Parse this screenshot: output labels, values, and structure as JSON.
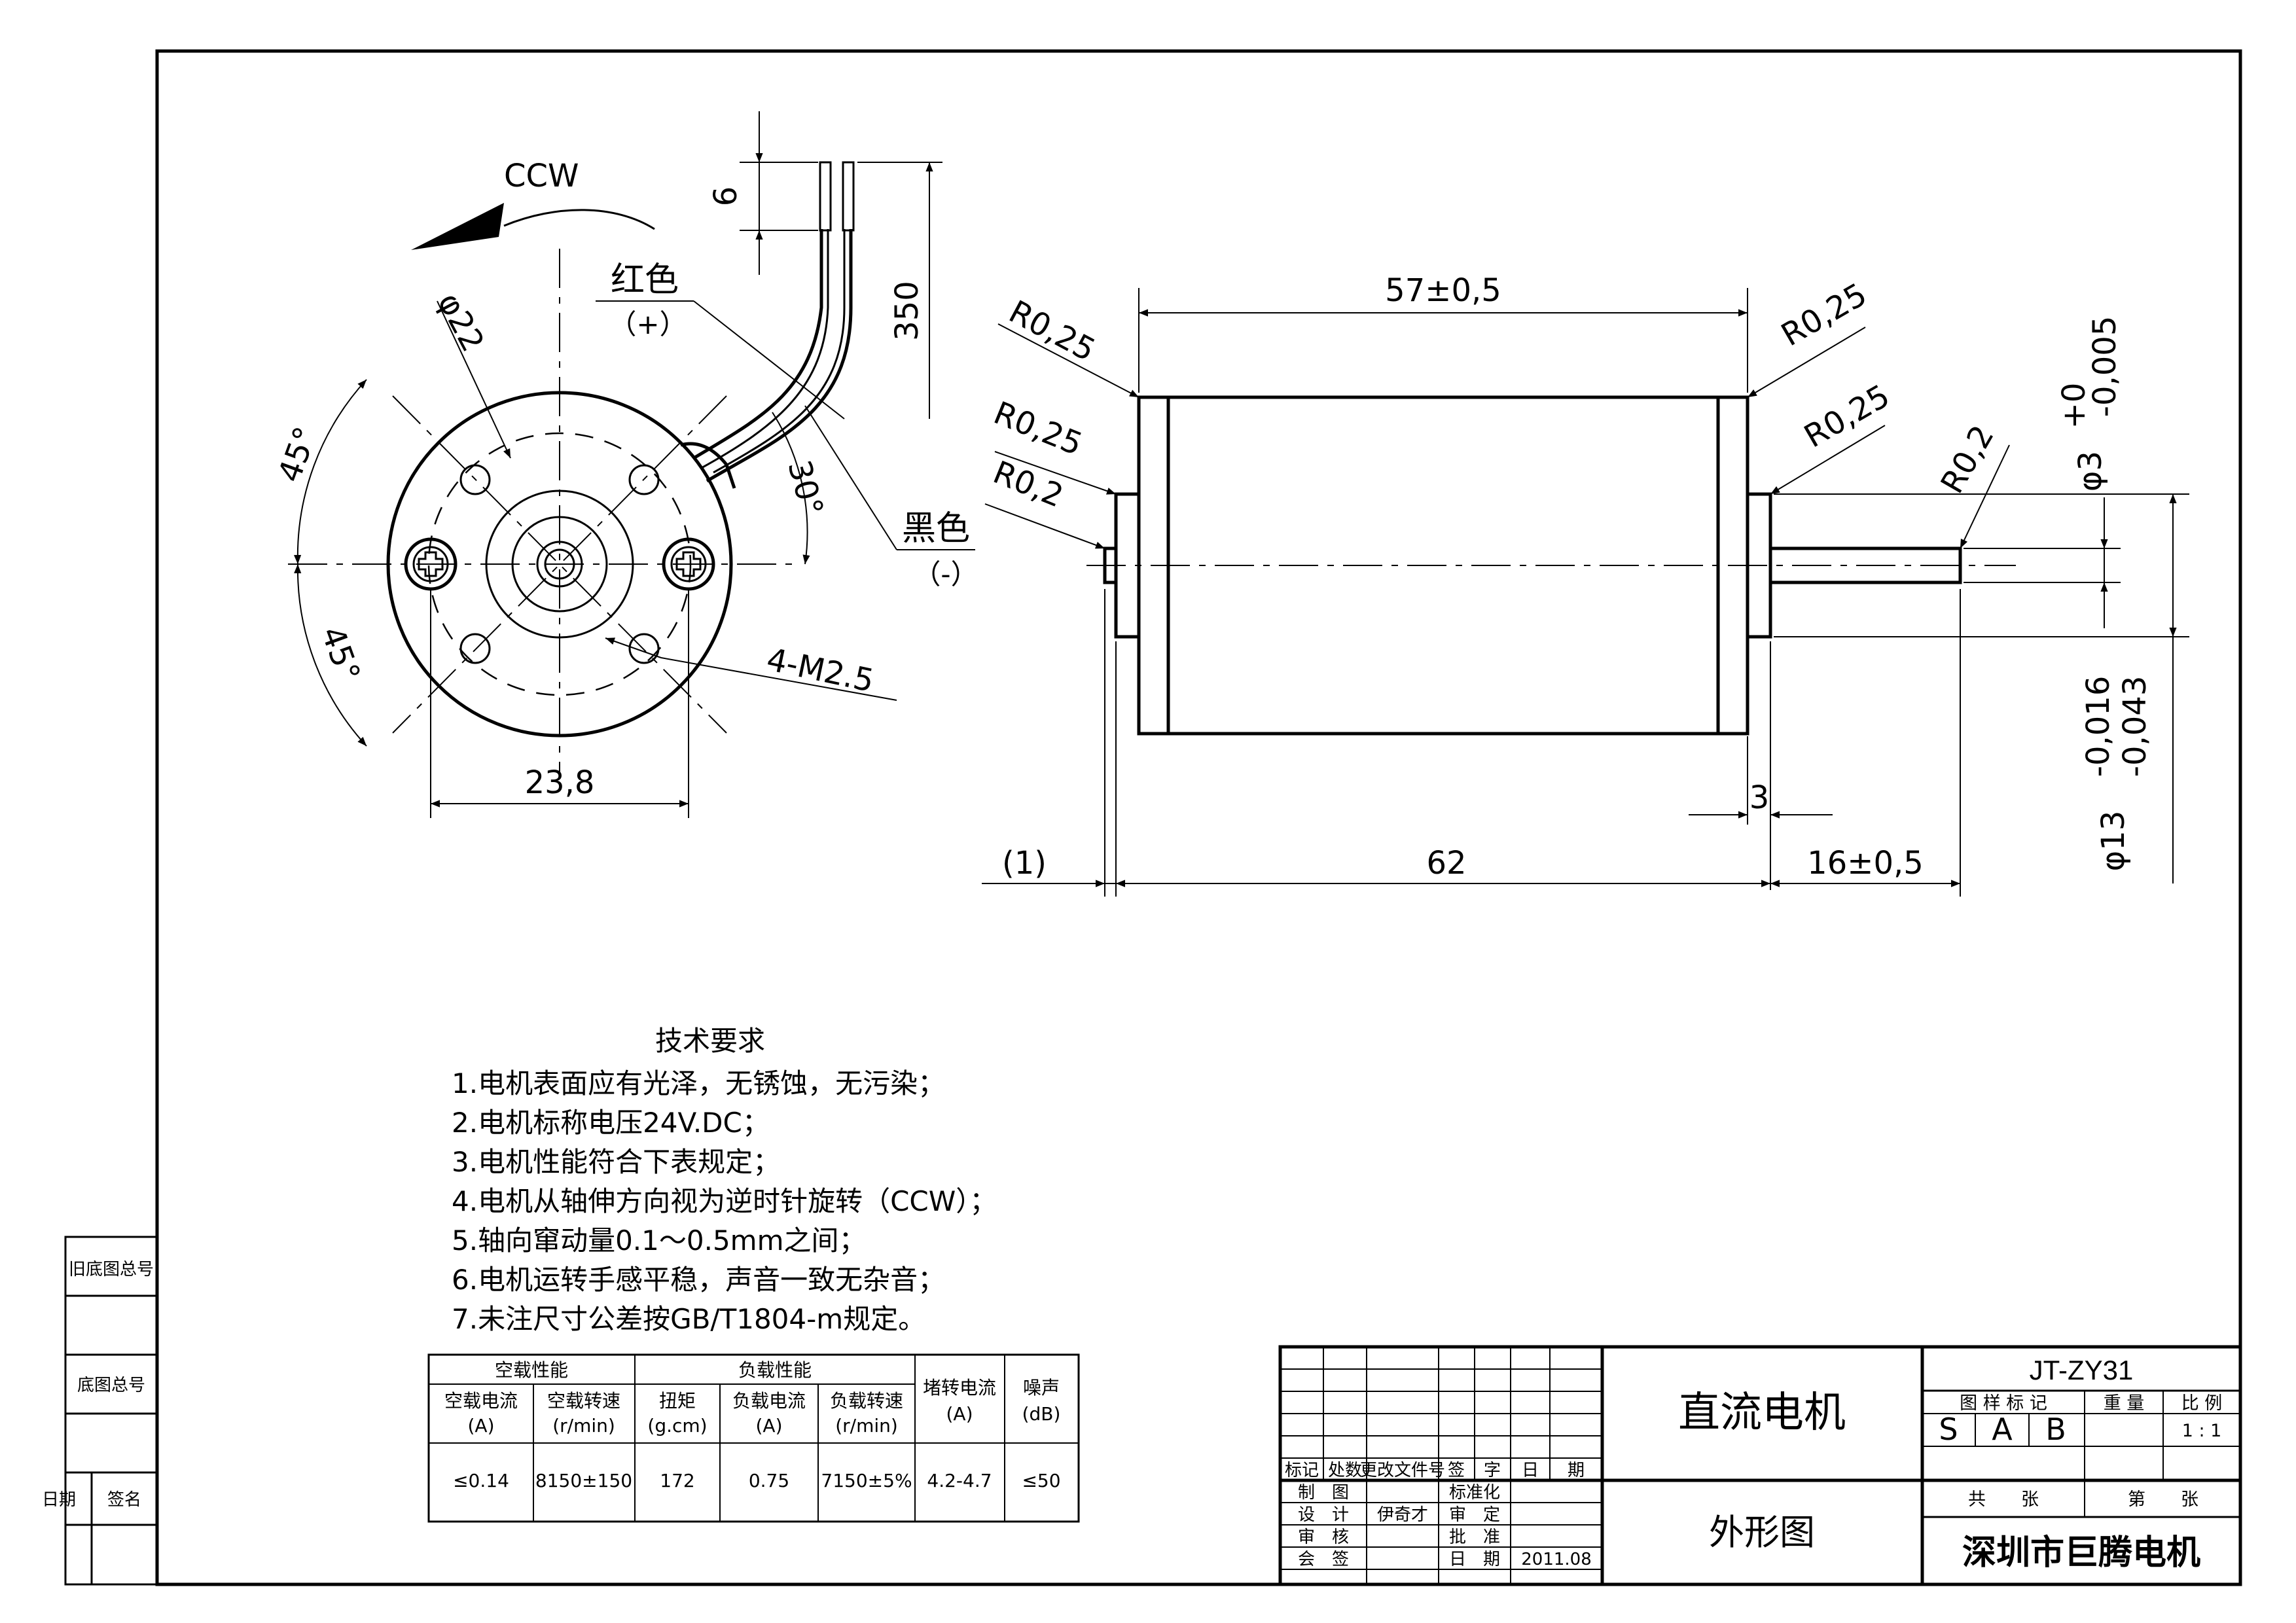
{
  "border_labels": {
    "old_drawing_no": "旧底图总号",
    "drawing_no": "底图总号",
    "date": "日期",
    "signature": "签名"
  },
  "front_view": {
    "rotation": "CCW",
    "red_wire": "红色",
    "red_polarity": "（+）",
    "black_wire": "黑色",
    "black_polarity": "（-）",
    "dia_22": "φ22",
    "wire_strip": "6",
    "wire_length": "350",
    "angle_top": "45°",
    "angle_bottom": "45°",
    "angle_wire": "30°",
    "holes": "4-M2.5",
    "mount_spacing": "23,8"
  },
  "side_view": {
    "length_body": "57±0,5",
    "r_top_left": "R0,25",
    "r_left_1": "R0,25",
    "r_left_2": "R0,2",
    "r_top_right": "R0,25",
    "r_right": "R0,25",
    "r_shaft": "R0,2",
    "shaft_dia_main": "φ3",
    "shaft_tol_upper": "+0",
    "shaft_tol_lower": "-0,005",
    "boss_dia_main": "φ13",
    "boss_tol_upper": "-0,016",
    "boss_tol_lower": "-0,043",
    "boss_len": "3",
    "total": "62",
    "tip": "(1)",
    "shaft_len": "16±0,5"
  },
  "notes": {
    "title": "技术要求",
    "items": [
      "1.电机表面应有光泽，无锈蚀，无污染；",
      "2.电机标称电压24V.DC；",
      "3.电机性能符合下表规定；",
      "4.电机从轴伸方向视为逆时针旋转（CCW）；",
      "5.轴向窜动量0.1～0.5mm之间；",
      "6.电机运转手感平稳，声音一致无杂音；",
      "7.未注尺寸公差按GB/T1804-m规定。"
    ]
  },
  "performance_table": {
    "group_noload": "空载性能",
    "group_load": "负载性能",
    "columns": [
      {
        "name": "空载电流",
        "unit": "(A)",
        "value": "≤0.14"
      },
      {
        "name": "空载转速",
        "unit": "(r/min)",
        "value": "8150±150"
      },
      {
        "name": "扭矩",
        "unit": "(g.cm)",
        "value": "172"
      },
      {
        "name": "负载电流",
        "unit": "(A)",
        "value": "0.75"
      },
      {
        "name": "负载转速",
        "unit": "(r/min)",
        "value": "7150±5%"
      },
      {
        "name": "堵转电流",
        "unit": "(A)",
        "value": "4.2-4.7"
      },
      {
        "name": "噪声",
        "unit": "(dB)",
        "value": "≤50"
      }
    ]
  },
  "title_block": {
    "rev_headers": [
      "标记",
      "处数",
      "更改文件号",
      "签",
      "字",
      "日",
      "期"
    ],
    "make": "制　图",
    "design": "设　计",
    "check": "审　核",
    "countersign": "会　签",
    "designer": "伊奇才",
    "standard": "标准化",
    "review": "审　定",
    "approve": "批　准",
    "date_label": "日　期",
    "date_value": "2011.08",
    "product_name": "直流电机",
    "drawing_name": "外形图",
    "model": "JT-ZY31",
    "mark_label": "图 样 标 记",
    "weight_label": "重 量",
    "scale_label": "比 例",
    "mark_s": "S",
    "mark_a": "A",
    "mark_b": "B",
    "scale": "1 : 1",
    "sheets_total": "共　　张",
    "sheet_no": "第　　张",
    "company": "深圳市巨腾电机"
  }
}
